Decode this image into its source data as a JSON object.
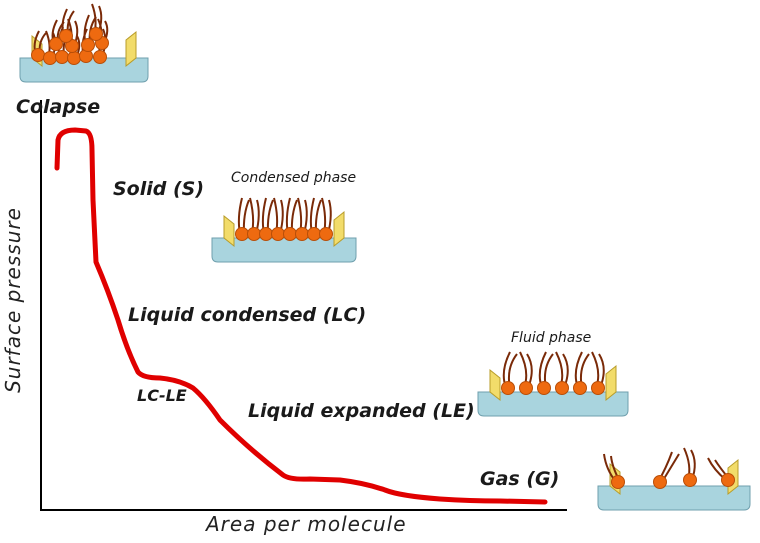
{
  "axes": {
    "x_label": "Area per molecule",
    "y_label": "Surface pressure"
  },
  "phases": {
    "collapse": "Colapse",
    "solid": "Solid (S)",
    "liquid_condensed": "Liquid condensed  (LC)",
    "lc_le": "LC-LE",
    "liquid_expanded": "Liquid expanded (LE)",
    "gas": "Gas (G)"
  },
  "captions": {
    "condensed": "Condensed phase",
    "fluid": "Fluid phase"
  },
  "colors": {
    "curve": "#e00000",
    "head": "#ee6a10",
    "tail": "#7a2a08",
    "water": "#a9d4de",
    "barrier": "#f2dc6a"
  }
}
